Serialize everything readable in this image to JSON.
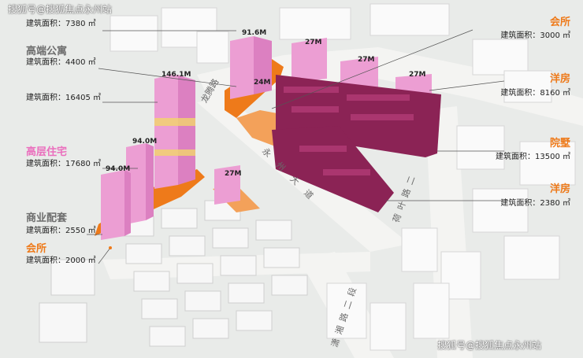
{
  "watermark_top": "搜狐号@搜狐焦点永州站",
  "watermark_bottom": "搜狐号@搜狐焦点永州站",
  "colors": {
    "orange": "#ee7a1a",
    "pink": "#ea6fbd",
    "gray_label": "#6d6d6d",
    "building_pink": "#e88fc9",
    "villa_magenta": "#8b2355"
  },
  "left_labels": [
    {
      "name": "",
      "area": "建筑面积：7380 ㎡",
      "color": "pink"
    },
    {
      "name": "高端公寓",
      "area": "建筑面积：4400 ㎡",
      "color": "gray"
    },
    {
      "name": "",
      "area": "建筑面积：16405 ㎡",
      "color": "pink"
    },
    {
      "name": "高层住宅",
      "area": "建筑面积：17680 ㎡",
      "color": "pink"
    },
    {
      "name": "商业配套",
      "area": "建筑面积：2550 ㎡",
      "color": "gray"
    },
    {
      "name": "会所",
      "area": "建筑面积：2000 ㎡",
      "color": "orange"
    }
  ],
  "right_labels": [
    {
      "name": "会所",
      "area": "建筑面积：3000 ㎡",
      "color": "orange"
    },
    {
      "name": "洋房",
      "area": "建筑面积：8160 ㎡",
      "color": "orange"
    },
    {
      "name": "院墅",
      "area": "建筑面积：13500 ㎡",
      "color": "orange"
    },
    {
      "name": "洋房",
      "area": "建筑面积：2380 ㎡",
      "color": "orange"
    }
  ],
  "heights": {
    "tower_a": "91.6M",
    "tower_b": "146.1M",
    "tower_c": "94.0M",
    "tower_d": "94.0M",
    "podium": "24M",
    "lowrise_1": "27M",
    "lowrise_2": "27M",
    "lowrise_3": "27M",
    "lowrise_4": "27M"
  },
  "roads": {
    "road_upper": "龙腾路",
    "road_center": "永州大道",
    "road_east": "荷叶路二",
    "road_south": "潇湘路二段"
  }
}
